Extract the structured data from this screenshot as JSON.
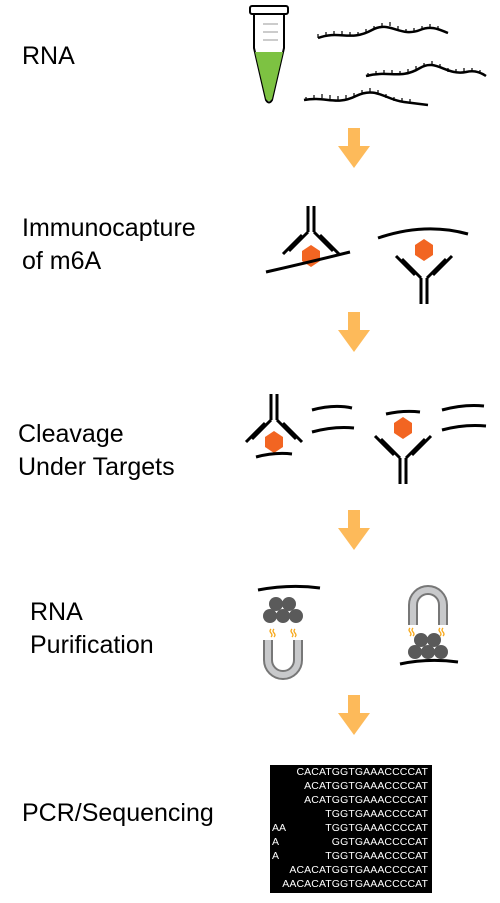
{
  "steps": [
    {
      "label": "RNA"
    },
    {
      "label": "Immunocapture\nof m6A"
    },
    {
      "label": "Cleavage\nUnder Targets"
    },
    {
      "label": "RNA\nPurification"
    },
    {
      "label": "PCR/Sequencing"
    }
  ],
  "sequence_reads": [
    "CACATGGTGAAACCCCAT",
    "ACATGGTGAAACCCCAT",
    "ACATGGTGAAACCCCAT",
    "TGGTGAAACCCCAT",
    "TGGTGAAACCCCAT",
    "GGTGAAACCCCAT",
    "TGGTGAAACCCCAT",
    "ACACATGGTGAAACCCCAT",
    "AACACATGGTGAAACCCCAT"
  ],
  "sequence_left_fragments": [
    "AA",
    "A",
    "A"
  ],
  "colors": {
    "arrow": "#FDBA5A",
    "tube_liquid": "#7DC242",
    "m6a": "#F26522",
    "bead": "#5A5A5A",
    "magnet": "#A7A9AC",
    "magnet_field": "#F7A81B"
  }
}
